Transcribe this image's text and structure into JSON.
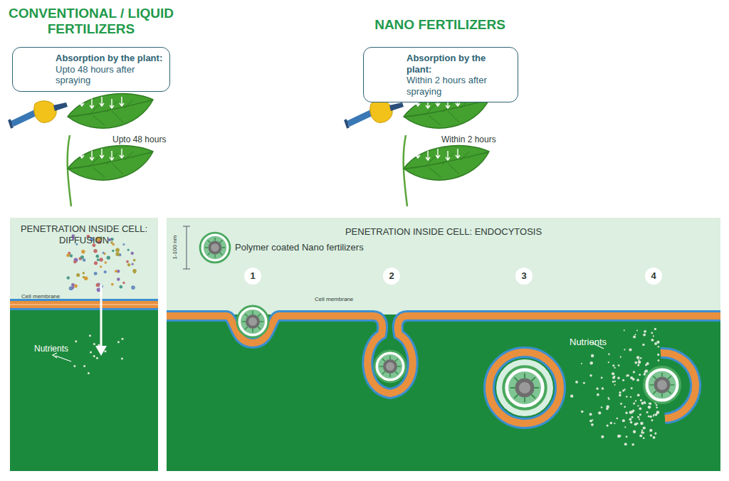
{
  "diagram": {
    "nodes": [
      {
        "text": [
          "Absorption by the plant:",
          "Upto 48 hours after spraying"
        ]
      },
      {
        "text": [
          "Absorption by the plant:",
          "Within 2 hours after spraying"
        ]
      },
      {
        "text": [
          "PENETRATION INSIDE CELL: DIFFUSION"
        ]
      },
      {
        "text": [
          "PENETRATION INSIDE CELL: ENDOCYTOSIS"
        ]
      }
    ],
    "edges": [],
    "labels": [
      "CONVENTIONAL / LIQUID FERTILIZERS",
      "NANO FERTILIZERS",
      "Upto 48 hours",
      "Within 2 hours",
      "Cell membrane",
      "Nutrients",
      "1-100 nm",
      "Polymer coated Nano fertilizers",
      "Cell membrane",
      "1",
      "2",
      "3",
      "4",
      "Nutrients"
    ]
  }
}
